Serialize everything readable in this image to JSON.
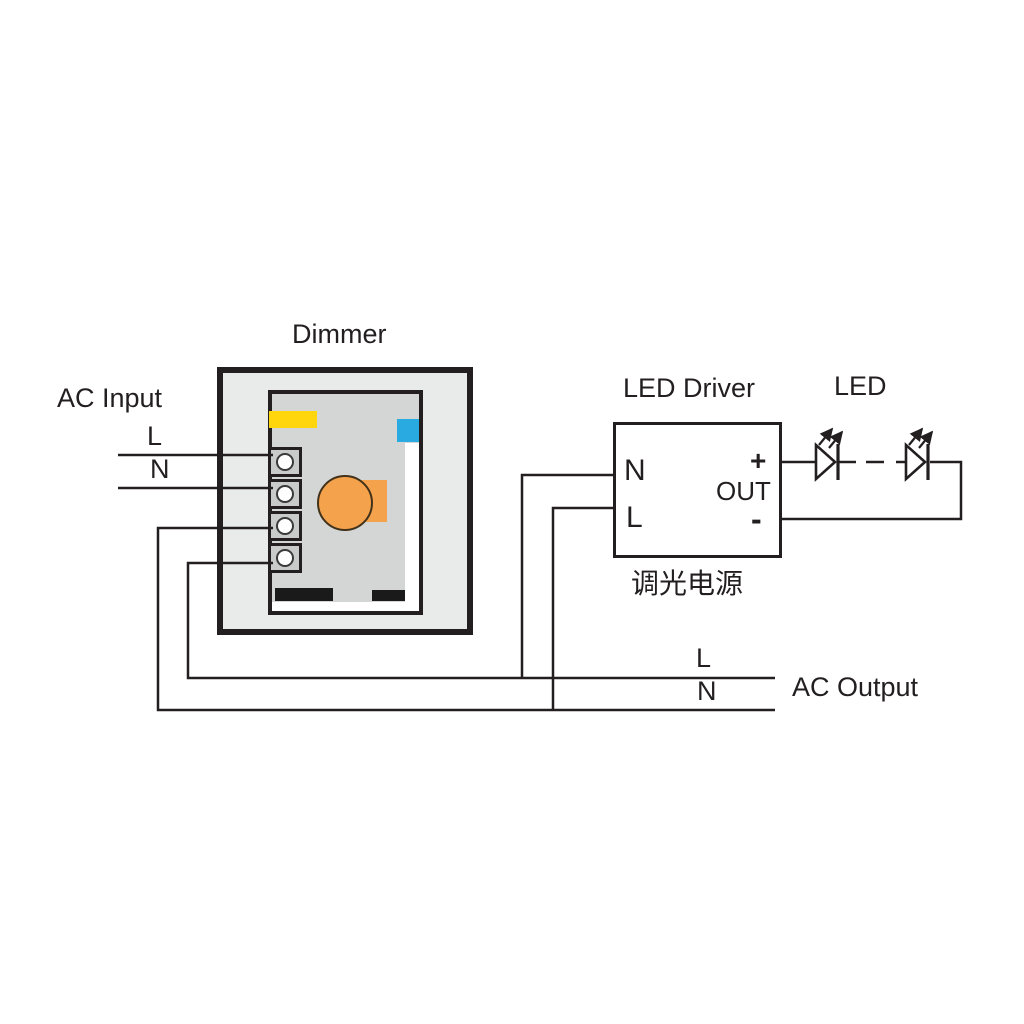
{
  "diagram": {
    "dimmer": {
      "title": "Dimmer"
    },
    "ac_input": {
      "label": "AC Input",
      "line_l": "L",
      "line_n": "N"
    },
    "led_driver": {
      "title": "LED Driver",
      "subtitle_cn": "调光电源",
      "terminal_n": "N",
      "terminal_l": "L",
      "plus": "+",
      "out": "OUT",
      "minus": "-"
    },
    "led": {
      "title": "LED"
    },
    "ac_output": {
      "label": "AC Output",
      "line_l": "L",
      "line_n": "N"
    }
  },
  "icons": {
    "led_symbol": "diode-triangle-with-cathode-bar-and-two-emission-arrows",
    "terminal_screw": "white-circle-in-gray-square"
  },
  "colors": {
    "line_black": "#231f20",
    "enclosure_gray": "#e9eaea",
    "pcb_gray": "#d4d6d5",
    "terminal_gray": "#c9cbca",
    "component_yellow": "#ffd60b",
    "component_blue": "#29abe2",
    "component_black": "#1a1a1a",
    "potentiometer_orange": "#f5a24d",
    "white": "#ffffff"
  }
}
